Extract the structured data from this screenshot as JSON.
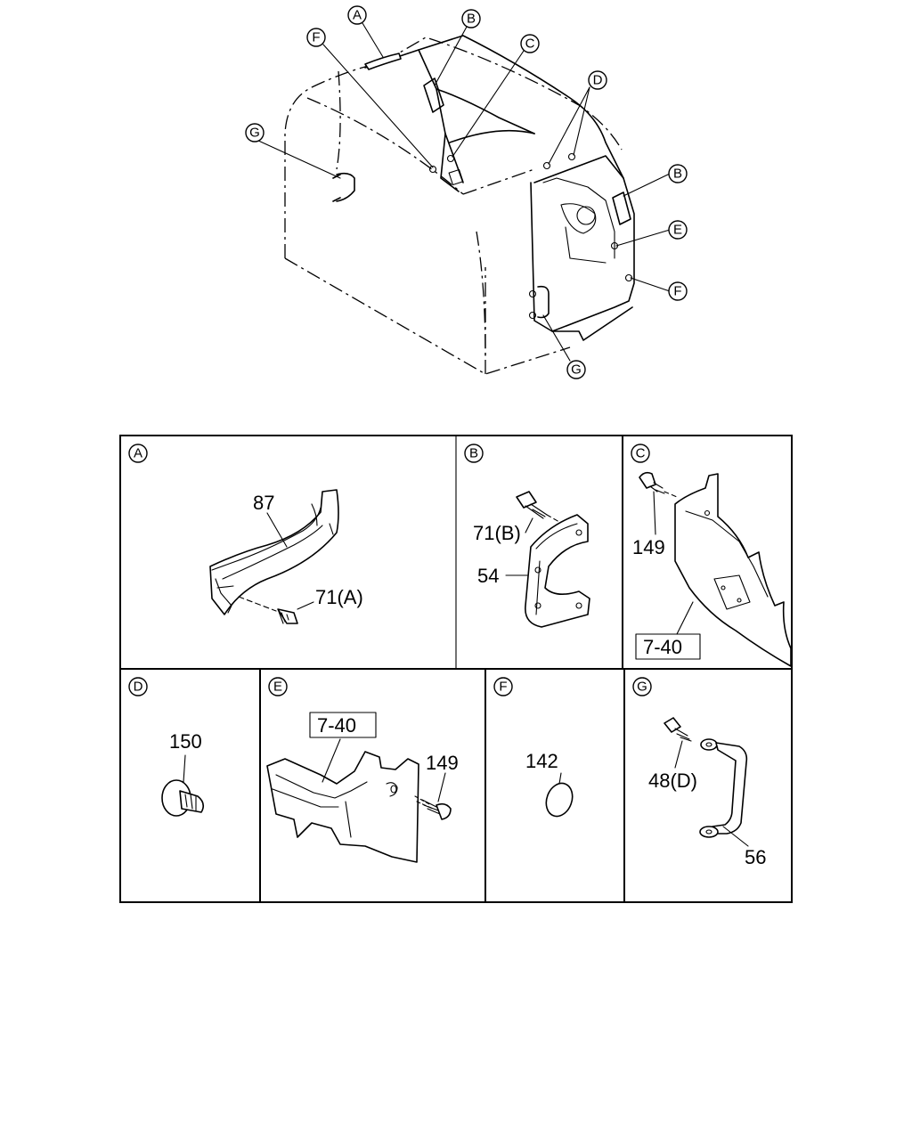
{
  "overview": {
    "callouts": [
      "A",
      "B",
      "C",
      "D",
      "E",
      "F",
      "G"
    ]
  },
  "panels": {
    "A": {
      "letter": "A",
      "parts": [
        "87",
        "71(A)"
      ]
    },
    "B": {
      "letter": "B",
      "parts": [
        "71(B)",
        "54"
      ]
    },
    "C": {
      "letter": "C",
      "parts": [
        "149",
        "7-40"
      ]
    },
    "D": {
      "letter": "D",
      "parts": [
        "150"
      ]
    },
    "E": {
      "letter": "E",
      "parts": [
        "7-40",
        "149"
      ]
    },
    "F": {
      "letter": "F",
      "parts": [
        "142"
      ]
    },
    "G": {
      "letter": "G",
      "parts": [
        "48(D)",
        "56"
      ]
    }
  }
}
